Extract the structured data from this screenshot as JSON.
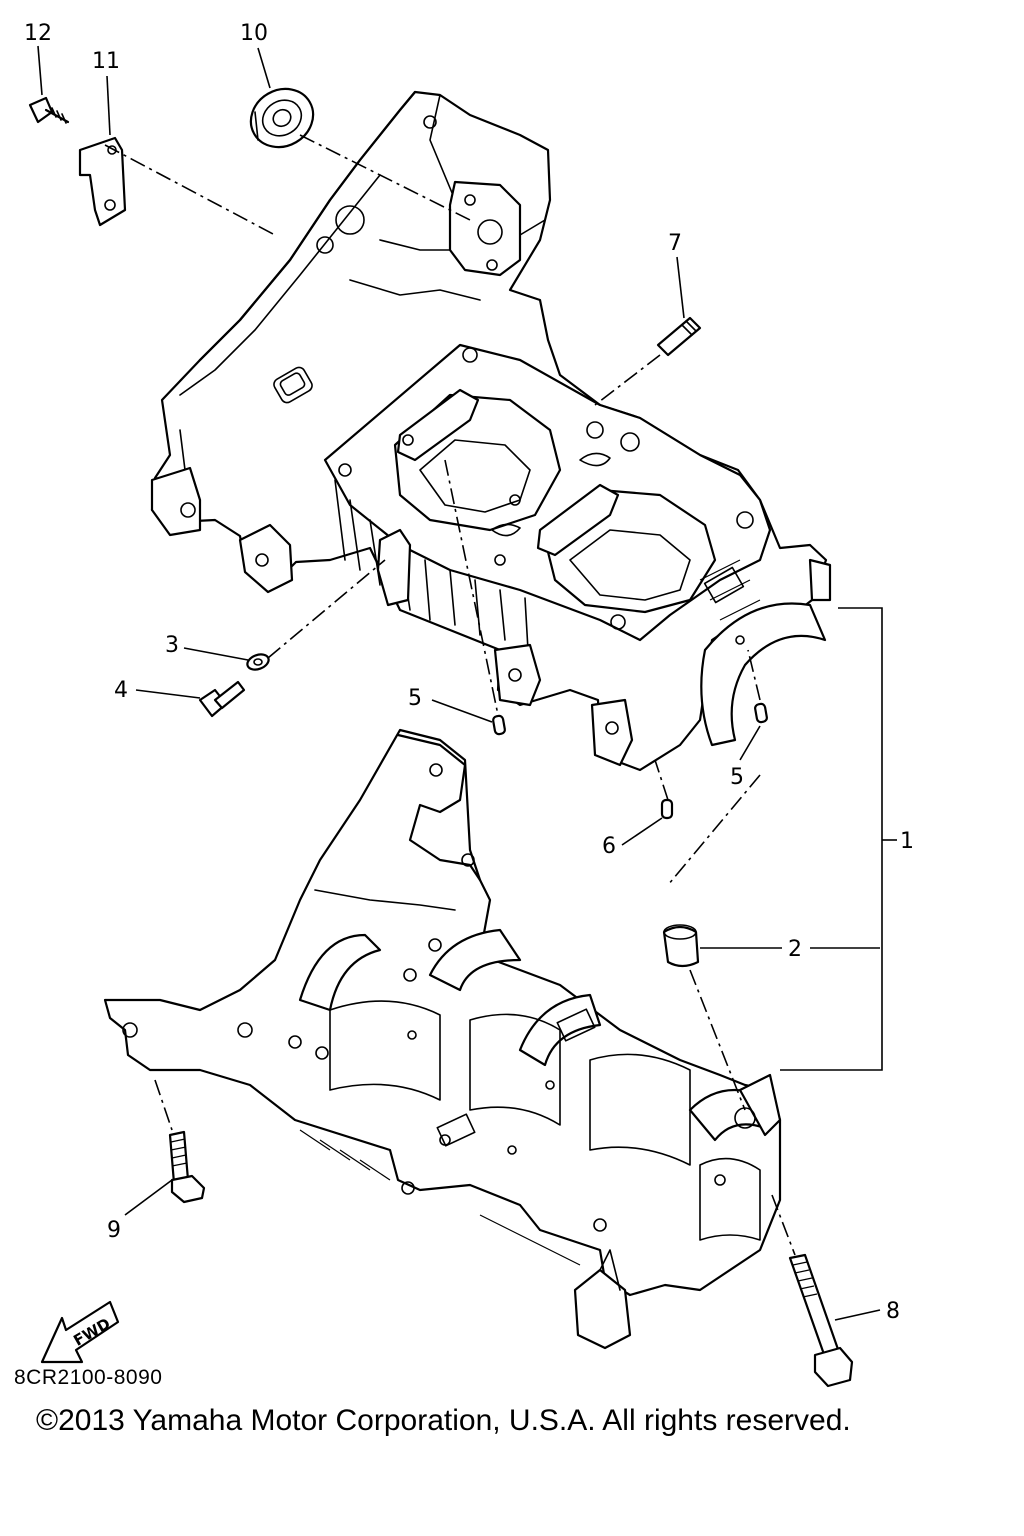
{
  "diagram": {
    "callouts": [
      {
        "id": "c12",
        "label": "12"
      },
      {
        "id": "c11",
        "label": "11"
      },
      {
        "id": "c10",
        "label": "10"
      },
      {
        "id": "c7",
        "label": "7"
      },
      {
        "id": "c3",
        "label": "3"
      },
      {
        "id": "c4",
        "label": "4"
      },
      {
        "id": "c5a",
        "label": "5"
      },
      {
        "id": "c5b",
        "label": "5"
      },
      {
        "id": "c6",
        "label": "6"
      },
      {
        "id": "c1",
        "label": "1"
      },
      {
        "id": "c2",
        "label": "2"
      },
      {
        "id": "c9",
        "label": "9"
      },
      {
        "id": "c8",
        "label": "8"
      }
    ],
    "fwd_label": "FWD",
    "part_code": "8CR2100-8090",
    "copyright": "©2013 Yamaha Motor Corporation, U.S.A. All rights reserved."
  }
}
